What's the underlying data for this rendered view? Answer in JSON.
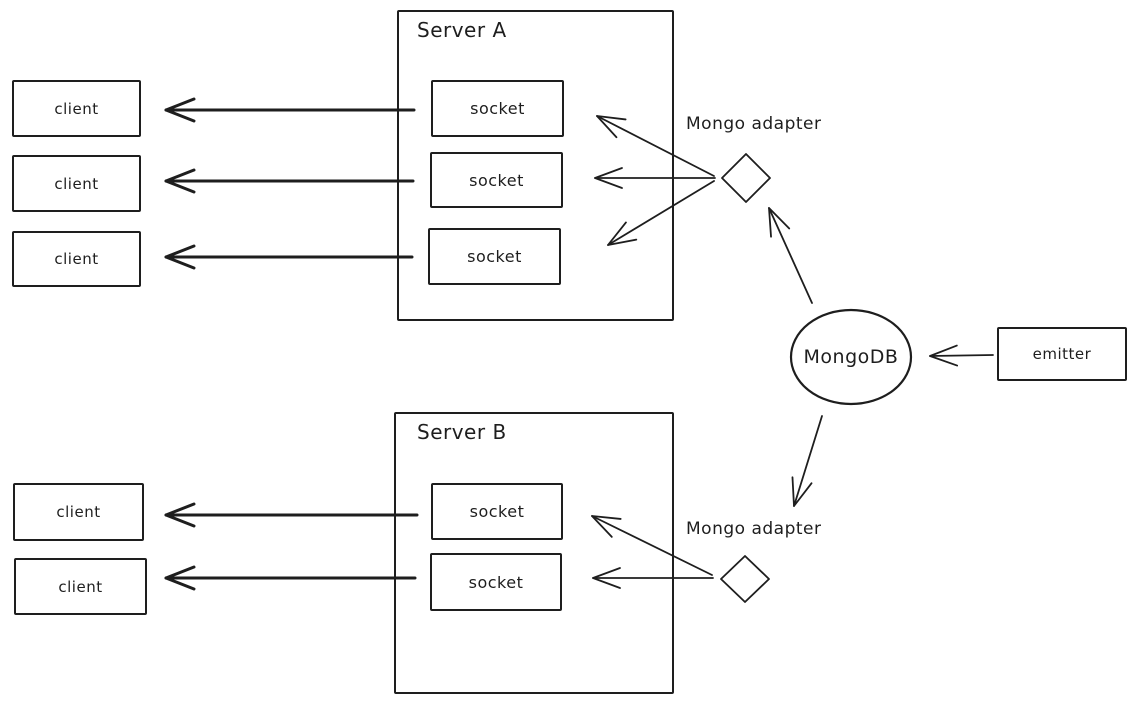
{
  "colors": {
    "stroke": "#1e1e1e",
    "background": "#ffffff"
  },
  "server_a": {
    "title": "Server A",
    "sockets": [
      "socket",
      "socket",
      "socket"
    ]
  },
  "server_b": {
    "title": "Server B",
    "sockets": [
      "socket",
      "socket"
    ]
  },
  "clients_top": [
    "client",
    "client",
    "client"
  ],
  "clients_bottom": [
    "client",
    "client"
  ],
  "adapter_top": {
    "label": "Mongo adapter"
  },
  "adapter_bottom": {
    "label": "Mongo adapter"
  },
  "database": {
    "label": "MongoDB"
  },
  "emitter": {
    "label": "emitter"
  },
  "edges": [
    {
      "from": "server-a-socket-1",
      "to": "client-top-1"
    },
    {
      "from": "server-a-socket-2",
      "to": "client-top-2"
    },
    {
      "from": "server-a-socket-3",
      "to": "client-top-3"
    },
    {
      "from": "mongo-adapter-a",
      "to": "server-a-socket-1"
    },
    {
      "from": "mongo-adapter-a",
      "to": "server-a-socket-2"
    },
    {
      "from": "mongo-adapter-a",
      "to": "server-a-socket-3"
    },
    {
      "from": "mongodb",
      "to": "mongo-adapter-a"
    },
    {
      "from": "mongodb",
      "to": "mongo-adapter-b"
    },
    {
      "from": "emitter",
      "to": "mongodb"
    },
    {
      "from": "mongo-adapter-b",
      "to": "server-b-socket-1"
    },
    {
      "from": "mongo-adapter-b",
      "to": "server-b-socket-2"
    },
    {
      "from": "server-b-socket-1",
      "to": "client-bottom-1"
    },
    {
      "from": "server-b-socket-2",
      "to": "client-bottom-2"
    }
  ]
}
